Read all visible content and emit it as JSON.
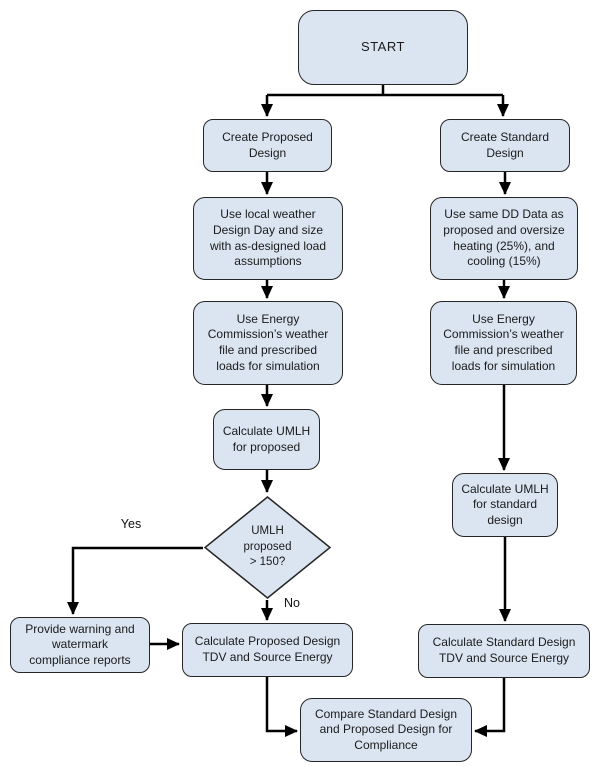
{
  "diagram": {
    "type": "flowchart",
    "nodes": {
      "start": {
        "label": "START"
      },
      "create_proposed": {
        "label": "Create Proposed\nDesign"
      },
      "create_standard": {
        "label": "Create Standard\nDesign"
      },
      "local_weather": {
        "label": "Use local weather\nDesign Day and size\nwith as-designed load\nassumptions"
      },
      "same_dd": {
        "label": "Use same DD Data as\nproposed and oversize\nheating (25%), and\ncooling (15%)"
      },
      "ec_weather_left": {
        "label": "Use Energy\nCommission’s weather\nfile and prescribed\nloads for simulation"
      },
      "ec_weather_right": {
        "label": "Use Energy\nCommission’s weather\nfile and prescribed\nloads for simulation"
      },
      "calc_umlh_proposed": {
        "label": "Calculate UMLH\nfor proposed"
      },
      "umlh_decision": {
        "label": "UMLH\nproposed\n> 150?"
      },
      "calc_umlh_standard": {
        "label": "Calculate UMLH\nfor standard\ndesign"
      },
      "provide_warning": {
        "label": "Provide warning and\nwatermark\ncompliance reports"
      },
      "calc_proposed_tdv": {
        "label": "Calculate Proposed Design\nTDV and Source Energy"
      },
      "calc_standard_tdv": {
        "label": "Calculate Standard Design\nTDV and Source Energy"
      },
      "compare": {
        "label": "Compare Standard Design\nand Proposed Design for\nCompliance"
      }
    },
    "edge_labels": {
      "yes": "Yes",
      "no": "No"
    },
    "colors": {
      "node_fill": "#dbe5f2",
      "node_border": "#262626",
      "arrow": "#000000",
      "background": "#ffffff",
      "text": "#1a1a1a"
    }
  }
}
